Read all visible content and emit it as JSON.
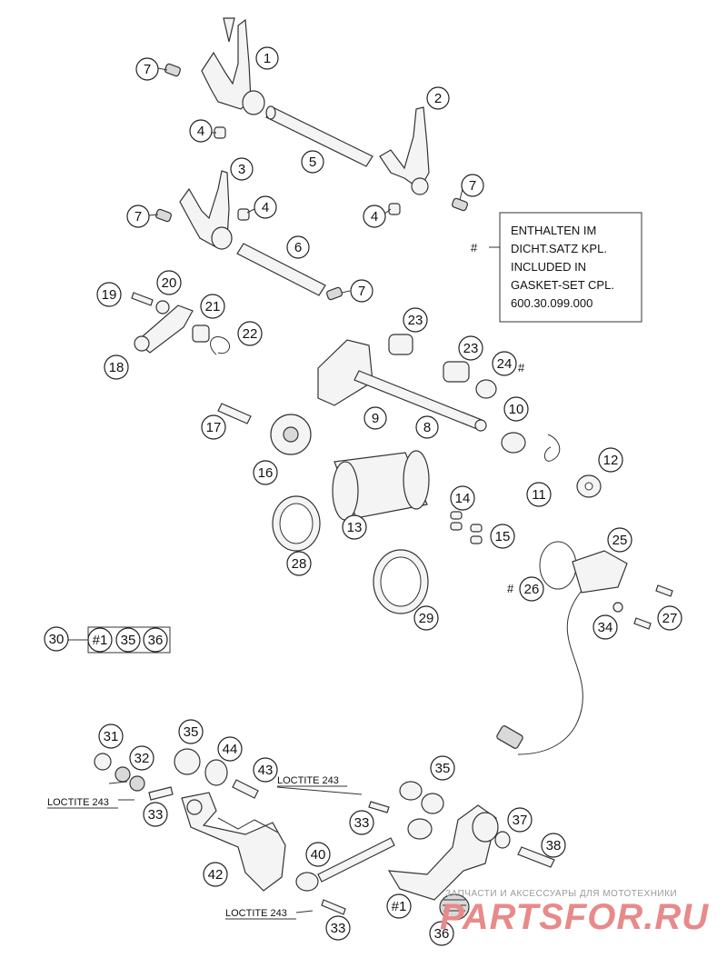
{
  "callouts": [
    {
      "id": "c1",
      "label": "1"
    },
    {
      "id": "c2",
      "label": "2"
    },
    {
      "id": "c3",
      "label": "3"
    },
    {
      "id": "c4a",
      "label": "4"
    },
    {
      "id": "c4b",
      "label": "4"
    },
    {
      "id": "c4c",
      "label": "4"
    },
    {
      "id": "c5",
      "label": "5"
    },
    {
      "id": "c6",
      "label": "6"
    },
    {
      "id": "c7a",
      "label": "7"
    },
    {
      "id": "c7b",
      "label": "7"
    },
    {
      "id": "c7c",
      "label": "7"
    },
    {
      "id": "c7d",
      "label": "7"
    },
    {
      "id": "c8",
      "label": "8"
    },
    {
      "id": "c9",
      "label": "9"
    },
    {
      "id": "c10",
      "label": "10"
    },
    {
      "id": "c11",
      "label": "11"
    },
    {
      "id": "c12",
      "label": "12"
    },
    {
      "id": "c13",
      "label": "13"
    },
    {
      "id": "c14",
      "label": "14"
    },
    {
      "id": "c15",
      "label": "15"
    },
    {
      "id": "c16",
      "label": "16"
    },
    {
      "id": "c17",
      "label": "17"
    },
    {
      "id": "c18",
      "label": "18"
    },
    {
      "id": "c19",
      "label": "19"
    },
    {
      "id": "c20",
      "label": "20"
    },
    {
      "id": "c21",
      "label": "21"
    },
    {
      "id": "c22",
      "label": "22"
    },
    {
      "id": "c23a",
      "label": "23"
    },
    {
      "id": "c23b",
      "label": "23"
    },
    {
      "id": "c24",
      "label": "24"
    },
    {
      "id": "c25",
      "label": "25"
    },
    {
      "id": "c26",
      "label": "26"
    },
    {
      "id": "c27",
      "label": "27"
    },
    {
      "id": "c28",
      "label": "28"
    },
    {
      "id": "c29",
      "label": "29"
    },
    {
      "id": "c30",
      "label": "30"
    },
    {
      "id": "c31",
      "label": "31"
    },
    {
      "id": "c32",
      "label": "32"
    },
    {
      "id": "c33a",
      "label": "33"
    },
    {
      "id": "c33b",
      "label": "33"
    },
    {
      "id": "c33c",
      "label": "33"
    },
    {
      "id": "c34",
      "label": "34"
    },
    {
      "id": "c35a",
      "label": "35"
    },
    {
      "id": "c35b",
      "label": "35"
    },
    {
      "id": "c36",
      "label": "36"
    },
    {
      "id": "c37",
      "label": "37"
    },
    {
      "id": "c38",
      "label": "38"
    },
    {
      "id": "c40",
      "label": "40"
    },
    {
      "id": "c42",
      "label": "42"
    },
    {
      "id": "c43",
      "label": "43"
    },
    {
      "id": "c44",
      "label": "44"
    },
    {
      "id": "c1b",
      "label": "#1"
    },
    {
      "id": "k1",
      "label": "#1"
    },
    {
      "id": "k35",
      "label": "35"
    },
    {
      "id": "k36",
      "label": "36"
    }
  ],
  "hash_marks": {
    "note": "#",
    "part24": "#",
    "part26": "#"
  },
  "note_box": {
    "lines": [
      "ENTHALTEN IM",
      "DICHT.SATZ KPL.",
      "INCLUDED IN",
      "GASKET-SET CPL.",
      "600.30.099.000"
    ]
  },
  "loctite": {
    "a": "LOCTITE 243",
    "b": "LOCTITE 243",
    "c": "LOCTITE 243"
  },
  "watermark": {
    "caption": "ЗАПЧАСТИ И АКСЕССУАРЫ ДЛЯ МОТОТЕХНИКИ",
    "logo": "PARTSFOR.RU",
    "color": "#e88a8a"
  }
}
